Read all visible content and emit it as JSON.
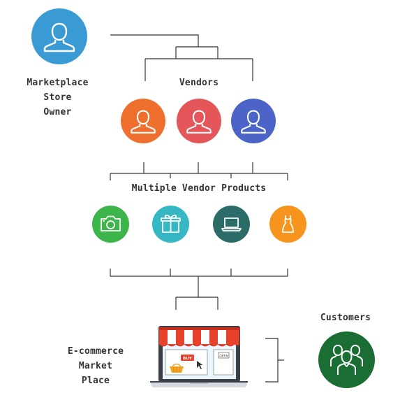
{
  "labels": {
    "owner_line1": "Marketplace Store",
    "owner_line2": "Owner",
    "vendors": "Vendors",
    "products": "Multiple Vendor Products",
    "customers": "Customers",
    "marketplace_line1": "E-commerce Market",
    "marketplace_line2": "Place"
  },
  "shop_screen": {
    "buy_tag": "BUY",
    "open_sign": "OPEN"
  },
  "nodes": {
    "owner": {
      "icon": "person-icon",
      "color": "#3a9ad3"
    },
    "vendors": [
      {
        "icon": "person-icon",
        "color": "#ef6f2e"
      },
      {
        "icon": "person-icon",
        "color": "#e5565b"
      },
      {
        "icon": "person-icon",
        "color": "#4c63c7"
      }
    ],
    "products": [
      {
        "icon": "camera-icon",
        "color": "#3db54a"
      },
      {
        "icon": "gift-icon",
        "color": "#36b7c4"
      },
      {
        "icon": "laptop-icon",
        "color": "#2b6b68"
      },
      {
        "icon": "dress-icon",
        "color": "#f7941d"
      }
    ],
    "customers": {
      "icon": "group-icon",
      "color": "#1a6e33"
    },
    "marketplace": {
      "icon": "storefront-laptop-icon",
      "awning_colors": [
        "#e8412c",
        "#ffffff"
      ]
    }
  },
  "connector_color": "#333333"
}
